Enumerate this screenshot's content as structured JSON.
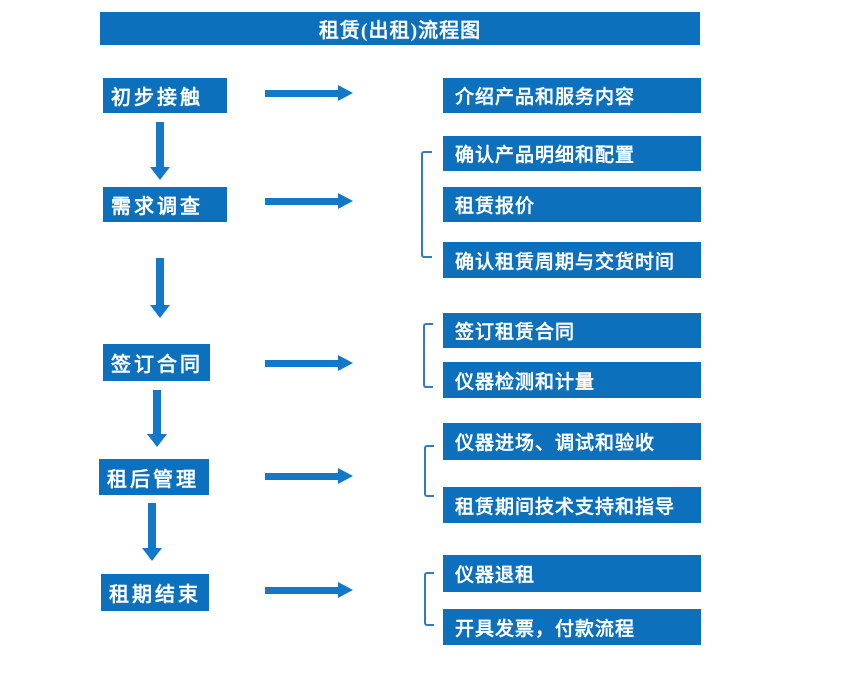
{
  "title": "租赁(出租)流程图",
  "colors": {
    "box_fill": "#0C70BC",
    "arrow_fill": "#1478C8",
    "bracket_stroke": "#3579C4",
    "text": "#FFFFFF",
    "background": "#FFFFFF"
  },
  "steps": [
    {
      "label": "初步接触",
      "details": [
        "介绍产品和服务内容"
      ]
    },
    {
      "label": "需求调查",
      "details": [
        "确认产品明细和配置",
        "租赁报价",
        "确认租赁周期与交货时间"
      ]
    },
    {
      "label": "签订合同",
      "details": [
        "签订租赁合同",
        "仪器检测和计量"
      ]
    },
    {
      "label": "租后管理",
      "details": [
        "仪器进场、调试和验收",
        "租赁期间技术支持和指导"
      ]
    },
    {
      "label": "租期结束",
      "details": [
        "仪器退租",
        "开具发票，付款流程"
      ]
    }
  ]
}
